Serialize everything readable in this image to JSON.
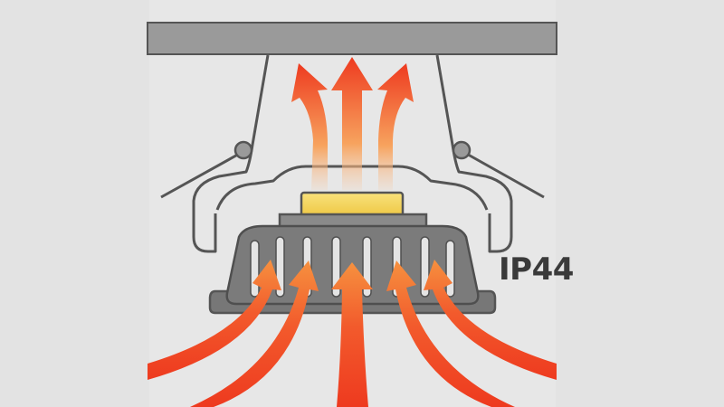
{
  "rating_label": "IP44",
  "colors": {
    "background": "#e7e7e7",
    "ceiling": "#9a9a9a",
    "outline": "#555555",
    "housing": "#7b7b7b",
    "led": "#f3d35a",
    "heat_hot": "#ee3a1f",
    "heat_warm": "#f7a35e"
  },
  "icons": [
    "ceiling-mount",
    "mounting-bracket",
    "heat-sink",
    "led-chip",
    "heat-flow-arrow"
  ]
}
